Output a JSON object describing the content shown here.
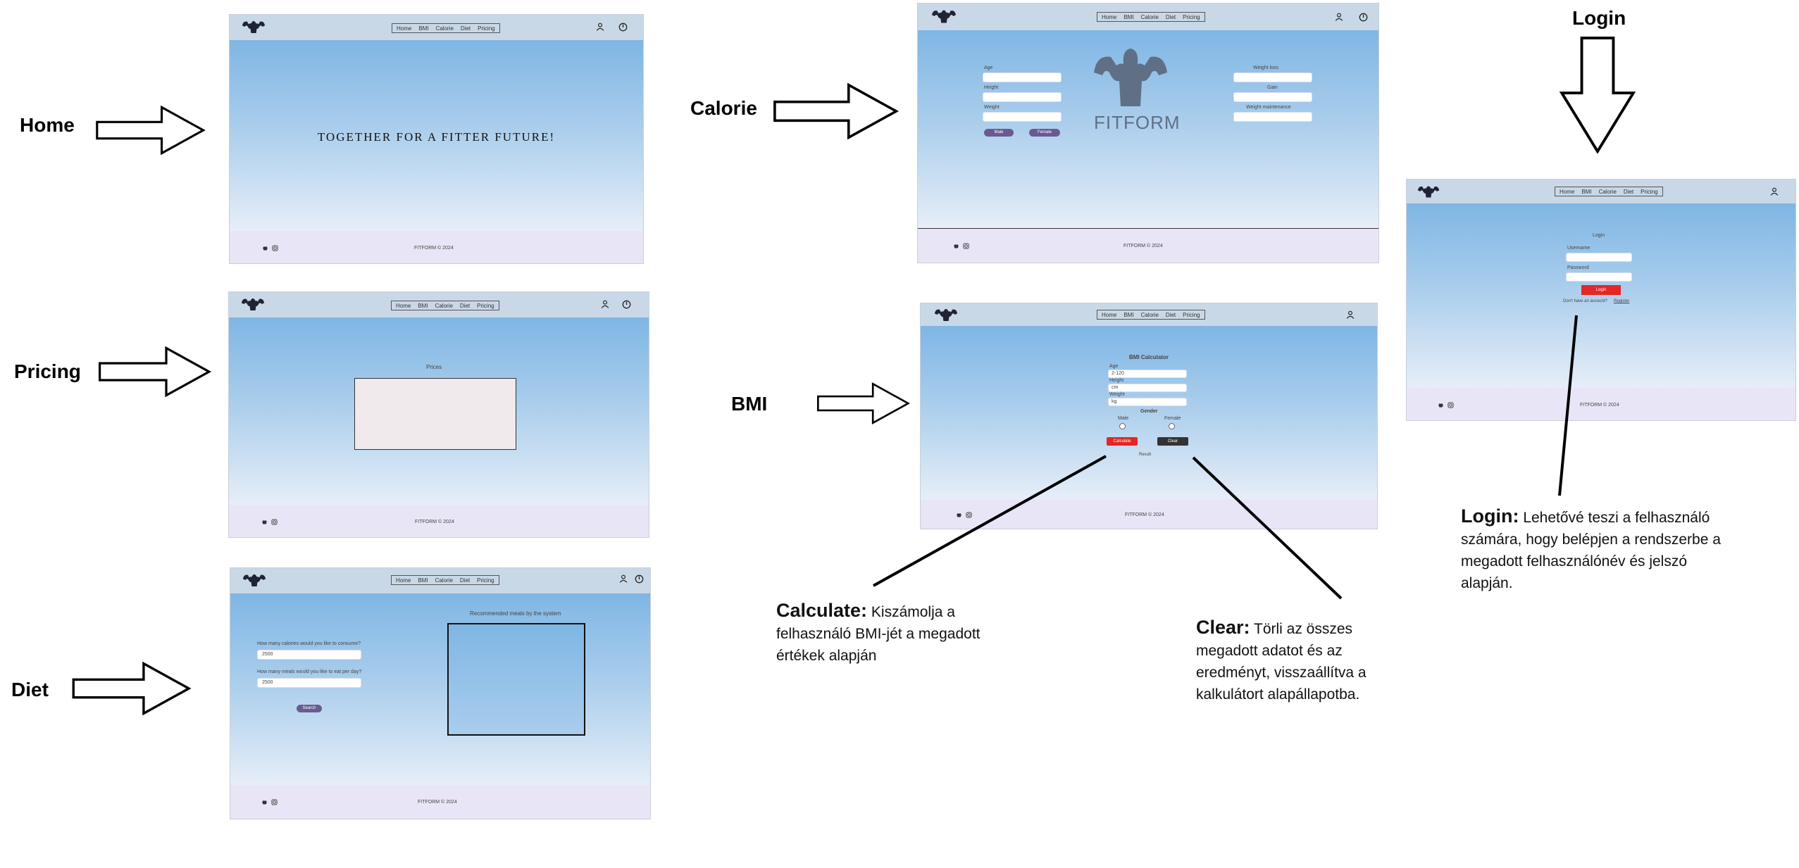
{
  "labels": {
    "home": "Home",
    "pricing": "Pricing",
    "diet": "Diet",
    "calorie": "Calorie",
    "bmi": "BMI",
    "login": "Login"
  },
  "nav": [
    "Home",
    "BMI",
    "Calorie",
    "Diet",
    "Pricing"
  ],
  "home": {
    "hero": "TOGETHER FOR A FITTER FUTURE!",
    "footer": "FITFORM © 2024"
  },
  "pricing": {
    "heading": "Prices",
    "footer": "FITFORM © 2024"
  },
  "diet": {
    "q1": "How many calories would you like to consume?",
    "q1_value": "2500",
    "q2": "How many meals would you like to eat per day?",
    "q2_value": "2500",
    "button": "Search",
    "panel_title": "Recommended meals by the system",
    "footer": "FITFORM © 2024"
  },
  "calorie": {
    "left_fields": [
      "Age",
      "Height",
      "Weight"
    ],
    "gender_buttons": [
      "Male",
      "Female"
    ],
    "right_fields": [
      "Weight loss",
      "Gain",
      "Weight maintenance"
    ],
    "brand": "FITFORM",
    "footer": "FITFORM © 2024"
  },
  "bmi": {
    "title": "BMI Calculator",
    "fields": [
      {
        "label": "Age",
        "value": "2-120"
      },
      {
        "label": "Height",
        "value": "cm"
      },
      {
        "label": "Weight",
        "value": "kg"
      }
    ],
    "gender_title": "Gender",
    "gender_options": [
      "Male",
      "Female"
    ],
    "calculate_button": "Calculate",
    "clear_button": "Clear",
    "result": "Result",
    "footer": "FITFORM © 2024"
  },
  "login": {
    "title": "Login",
    "username_label": "Username",
    "password_label": "Password",
    "button": "Login",
    "register_text": "Don't have an account?",
    "register_link": "Register",
    "footer": "FITFORM © 2024"
  },
  "descriptions": {
    "calculate_title": "Calculate:",
    "calculate_text": "Kiszámolja a felhasználó BMI-jét a megadott értékek alapján",
    "clear_title": "Clear:",
    "clear_text": "Törli az összes megadott adatot és az eredményt, visszaállítva a kalkulátort alapállapotba.",
    "login_title": "Login:",
    "login_text": "Lehetővé teszi a felhasználó számára, hogy belépjen a rendszerbe a megadott felhasználónév és jelszó alapján."
  },
  "colors": {
    "nav": "#c9d8e6",
    "sky_top": "#7fb6e4",
    "footer": "#e8e6f6",
    "accent_purple": "#6a5a92",
    "red_button": "#e32626",
    "dark_button": "#333333"
  },
  "icons": [
    "flexing-muscle-logo",
    "user-icon",
    "power-icon",
    "apple-icon",
    "instagram-icon"
  ]
}
